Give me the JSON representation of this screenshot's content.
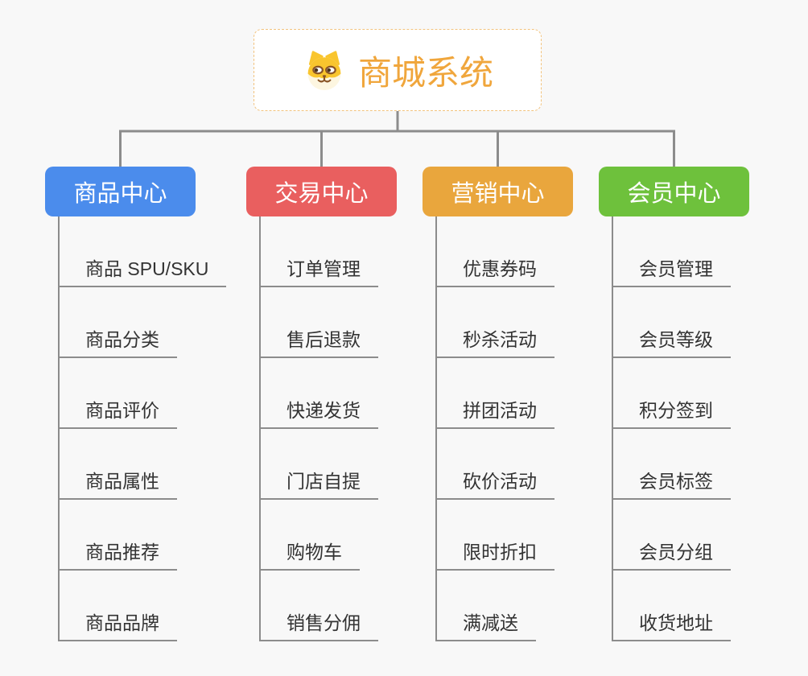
{
  "root": {
    "title": "商城系统",
    "icon": "shiba-dog-icon",
    "accent_color": "#F0A63C",
    "border_color": "#F2C37E"
  },
  "background_color": "#F8F8F8",
  "connector_color": "#8C8C8C",
  "branches": [
    {
      "id": "product-center",
      "label": "商品中心",
      "color": "#4B8CEC",
      "children": [
        "商品 SPU/SKU",
        "商品分类",
        "商品评价",
        "商品属性",
        "商品推荐",
        "商品品牌"
      ]
    },
    {
      "id": "trade-center",
      "label": "交易中心",
      "color": "#E95F5F",
      "children": [
        "订单管理",
        "售后退款",
        "快递发货",
        "门店自提",
        "购物车",
        "销售分佣"
      ]
    },
    {
      "id": "marketing-center",
      "label": "营销中心",
      "color": "#E9A63D",
      "children": [
        "优惠券码",
        "秒杀活动",
        "拼团活动",
        "砍价活动",
        "限时折扣",
        "满减送"
      ]
    },
    {
      "id": "member-center",
      "label": "会员中心",
      "color": "#6EC13C",
      "children": [
        "会员管理",
        "会员等级",
        "积分签到",
        "会员标签",
        "会员分组",
        "收货地址"
      ]
    }
  ]
}
